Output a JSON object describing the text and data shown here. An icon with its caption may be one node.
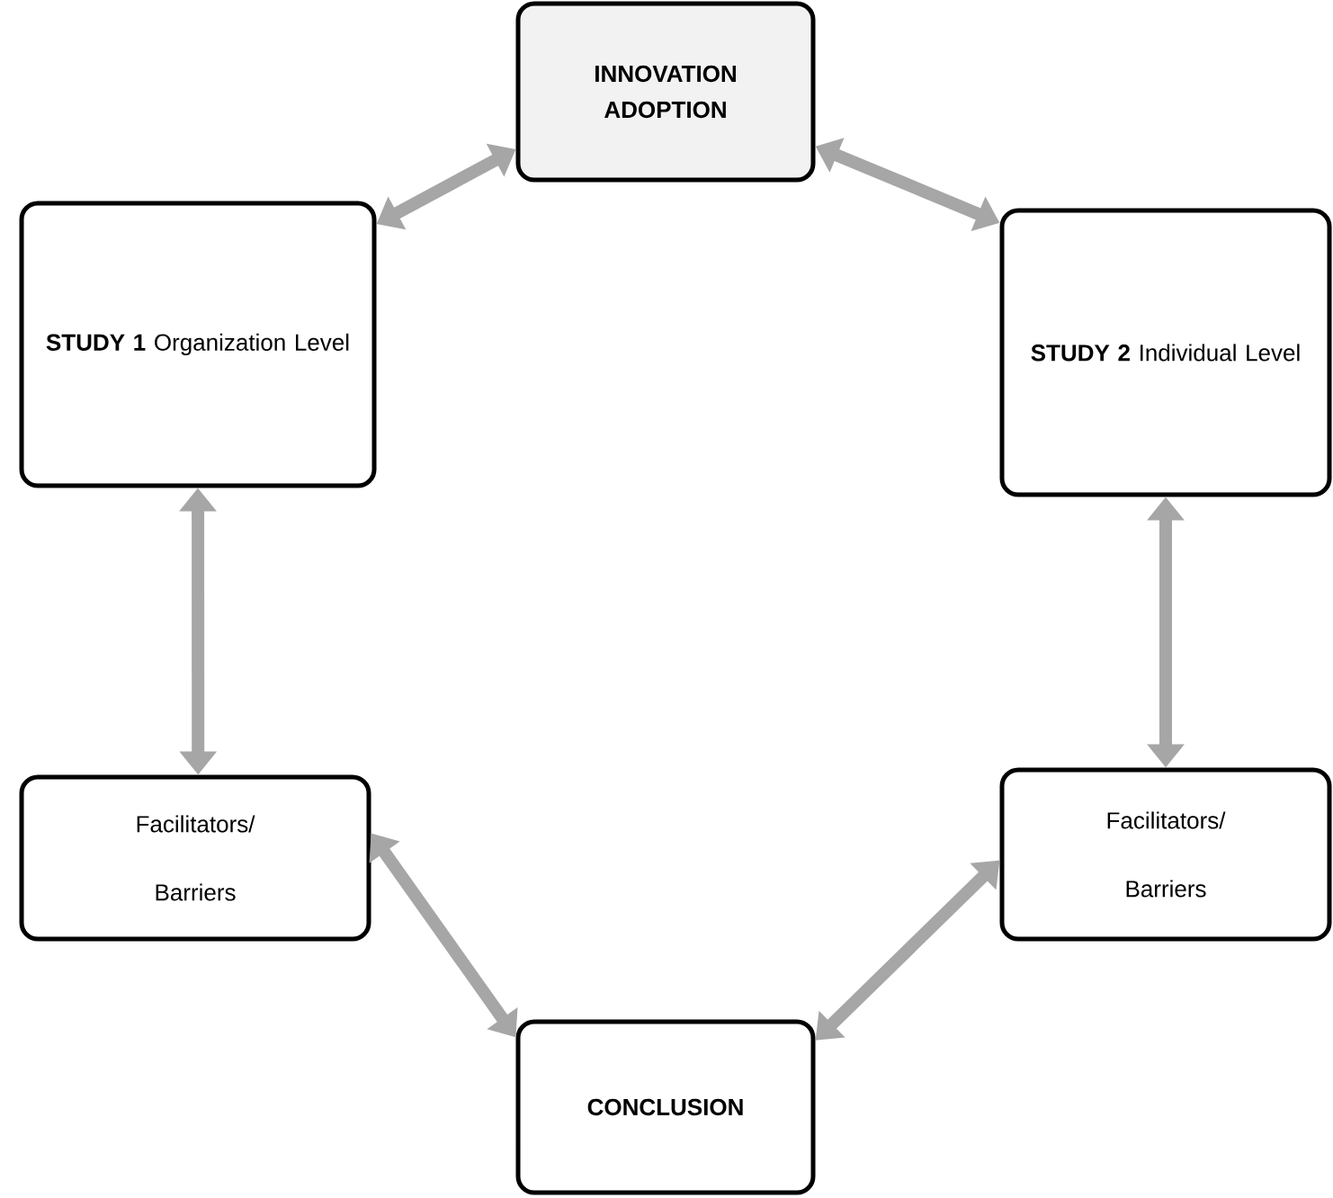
{
  "diagram": {
    "nodes": [
      {
        "text": [
          "INNOVATION ADOPTION"
        ]
      },
      {
        "text": [
          "**STUDY 1** Organization Level"
        ]
      },
      {
        "text": [
          "**STUDY 2** Individual Level"
        ]
      },
      {
        "text": [
          "Facilitators/ Barriers"
        ]
      },
      {
        "text": [
          "Facilitators/ Barriers"
        ]
      },
      {
        "text": [
          "CONCLUSION"
        ]
      }
    ],
    "edges": [
      {
        "from": 0,
        "to": 1,
        "arrow": "both"
      },
      {
        "from": 0,
        "to": 2,
        "arrow": "both"
      },
      {
        "from": 1,
        "to": 3,
        "arrow": "both"
      },
      {
        "from": 2,
        "to": 4,
        "arrow": "both"
      },
      {
        "from": 3,
        "to": 5,
        "arrow": "both"
      },
      {
        "from": 4,
        "to": 5,
        "arrow": "both"
      }
    ]
  }
}
